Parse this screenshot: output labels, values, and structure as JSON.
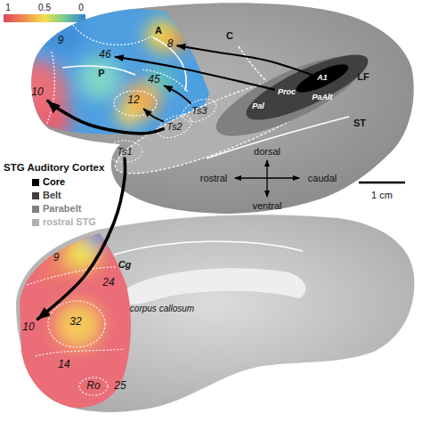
{
  "diagram": {
    "nodes": [
      {
        "text": [
          "8"
        ]
      },
      {
        "text": [
          "9"
        ]
      },
      {
        "text": [
          "46"
        ]
      },
      {
        "text": [
          "45"
        ]
      },
      {
        "text": [
          "12"
        ]
      },
      {
        "text": [
          "10"
        ]
      },
      {
        "text": [
          "Pal"
        ]
      },
      {
        "text": [
          "Proc"
        ]
      },
      {
        "text": [
          "A1"
        ]
      },
      {
        "text": [
          "PaAlt"
        ]
      },
      {
        "text": [
          "Ts1"
        ]
      },
      {
        "text": [
          "Ts2"
        ]
      },
      {
        "text": [
          "Ts3"
        ]
      },
      {
        "text": [
          "9"
        ]
      },
      {
        "text": [
          "24"
        ]
      },
      {
        "text": [
          "10"
        ]
      },
      {
        "text": [
          "32"
        ]
      },
      {
        "text": [
          "14"
        ]
      },
      {
        "text": [
          "Ro"
        ]
      },
      {
        "text": [
          "25"
        ]
      }
    ],
    "edges": [
      {
        "from": 8,
        "to": 0,
        "arrow": "to"
      },
      {
        "from": 7,
        "to": 2,
        "arrow": "to"
      },
      {
        "from": 12,
        "to": 3,
        "arrow": "to"
      },
      {
        "from": 11,
        "to": 4,
        "arrow": "to"
      },
      {
        "from": 11,
        "to": 5,
        "arrow": "to"
      },
      {
        "from": 10,
        "to": 15,
        "arrow": "to"
      }
    ],
    "labels": [
      "1",
      "0.5",
      "0",
      "A",
      "C",
      "P",
      "LF",
      "ST",
      "STG Auditory Cortex",
      "dorsal",
      "rostral",
      "caudal",
      "ventral",
      "1 cm",
      "Cg",
      "corpus callosum"
    ],
    "legend": [
      {
        "text": "Core",
        "color": "#000000"
      },
      {
        "text": "Belt",
        "color": "#404040"
      },
      {
        "text": "Parabelt",
        "color": "#808080"
      },
      {
        "text": "rostral STG",
        "color": "#b0b0b0"
      }
    ]
  }
}
